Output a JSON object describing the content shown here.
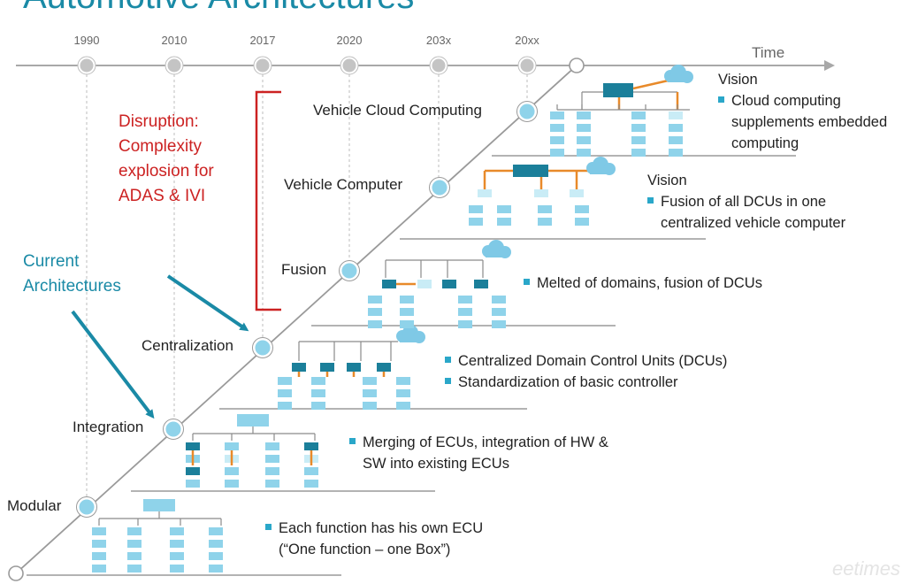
{
  "title": "Automotive Architectures",
  "timeline": {
    "axis_label": "Time",
    "years": [
      "1990",
      "2010",
      "2017",
      "2020",
      "203x",
      "20xx"
    ]
  },
  "callouts": {
    "disruption": "Disruption: Complexity explosion for ADAS & IVI",
    "current": "Current Architectures"
  },
  "stages": [
    {
      "label": "Modular",
      "bullets": [
        "Each function has his own ECU",
        "(“One function – one Box”)"
      ]
    },
    {
      "label": "Integration",
      "bullets": [
        "Merging of ECUs,  integration of HW &",
        "SW into existing ECUs"
      ]
    },
    {
      "label": "Centralization",
      "bullets": [
        "Centralized Domain Control Units (DCUs)",
        "Standardization of basic controller"
      ]
    },
    {
      "label": "Fusion",
      "bullets": [
        "Melted of domains, fusion of DCUs"
      ]
    },
    {
      "label": "Vehicle Computer",
      "heading": "Vision",
      "bullets": [
        "Fusion of all DCUs in one",
        "centralized vehicle computer"
      ]
    },
    {
      "label": "Vehicle Cloud Computing",
      "heading": "Vision",
      "bullets": [
        "Cloud computing",
        "supplements embedded",
        "computing"
      ]
    }
  ],
  "colors": {
    "teal": "#1a8aa6",
    "node_light": "#8fd3ea",
    "node_pale": "#c9ecf6",
    "node_dark": "#1b7f9a",
    "arrow_orange": "#e88a2a",
    "red": "#cc2222",
    "gray": "#9a9a9a"
  },
  "watermark": "eetimes"
}
